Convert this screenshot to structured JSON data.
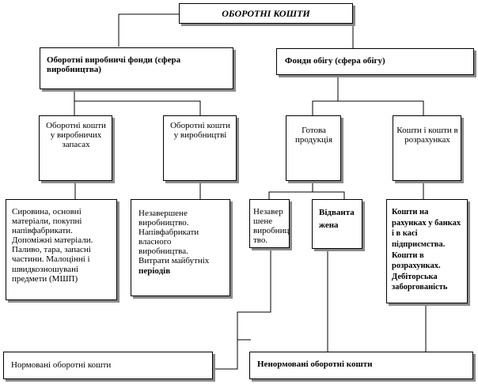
{
  "title": "ОБОРОТНІ КОШТИ",
  "production_funds": "Оборотні виробничі фонди (сфера виробництва)",
  "circulation_funds": "Фонди обігу  (сфера обігу)",
  "stocks": "Оборотні кошти у виробничих запасах",
  "in_production": "Оборотні кошти у виробництві",
  "finished_goods": "Готова продукція",
  "settlements": "Кошти і кошти в розрахунках",
  "materials_lines": [
    "Сировина, основні",
    "матеріали, покупні",
    "напівфабрикати.",
    "Допоміжні матеріали.",
    "Паливо, тара, запасні",
    "частини.  Малоцінні і",
    "швидкозношувані",
    "предмети (МШП)"
  ],
  "wip_lines": [
    "Незавершене",
    "виробництво.",
    "Напівфабрикати",
    "власного",
    "виробництва.",
    "Витрати майбутніх",
    "періодів"
  ],
  "unsold_lines": [
    "Незавер",
    "шене",
    "виробниц",
    "тво."
  ],
  "shipped_lines": [
    "Відванта",
    "жена"
  ],
  "cash_lines": [
    "Кошти на",
    "рахунках у банках",
    "і в касі",
    "підприємства.",
    "Кошти в",
    "розрахунках.",
    "Дебіторська",
    "заборгованість"
  ],
  "normed": "Нормовані оборотні кошти",
  "non_normed": "Ненормовані  оборотні кошти"
}
